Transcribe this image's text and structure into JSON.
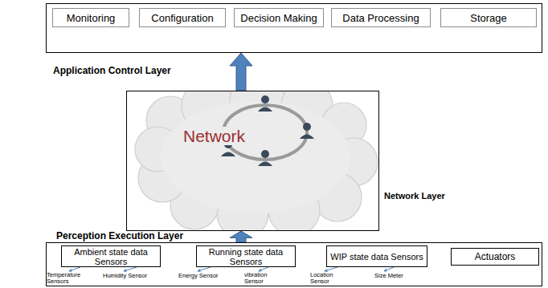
{
  "diagram": {
    "nodes": [
      {
        "text": [
          "Application Control Layer"
        ]
      },
      {
        "text": [
          "Monitoring"
        ],
        "in": 0
      },
      {
        "text": [
          "Configuration"
        ],
        "in": 0
      },
      {
        "text": [
          "Decision Making"
        ],
        "in": 0
      },
      {
        "text": [
          "Data Processing"
        ],
        "in": 0
      },
      {
        "text": [
          "Storage"
        ],
        "in": 0
      },
      {
        "text": [
          "Network",
          "Network Layer"
        ]
      },
      {
        "text": [
          "Perception Execution Layer"
        ]
      },
      {
        "text": [
          "Ambient state data Sensors"
        ],
        "in": 7
      },
      {
        "text": [
          "Running state data Sensors"
        ],
        "in": 7
      },
      {
        "text": [
          "WIP state data Sensors"
        ],
        "in": 7
      },
      {
        "text": [
          "Actuators"
        ],
        "in": 7
      }
    ],
    "edges": [
      {
        "from": 6,
        "to": 0,
        "arrow": "to"
      },
      {
        "from": 7,
        "to": 6,
        "arrow": "to"
      }
    ],
    "labels": [
      "Temperature Sensors",
      "Humidity Sensor",
      "Energy Sensor",
      "vibration Sensor",
      "Location Sensor",
      "Size Meter"
    ]
  }
}
